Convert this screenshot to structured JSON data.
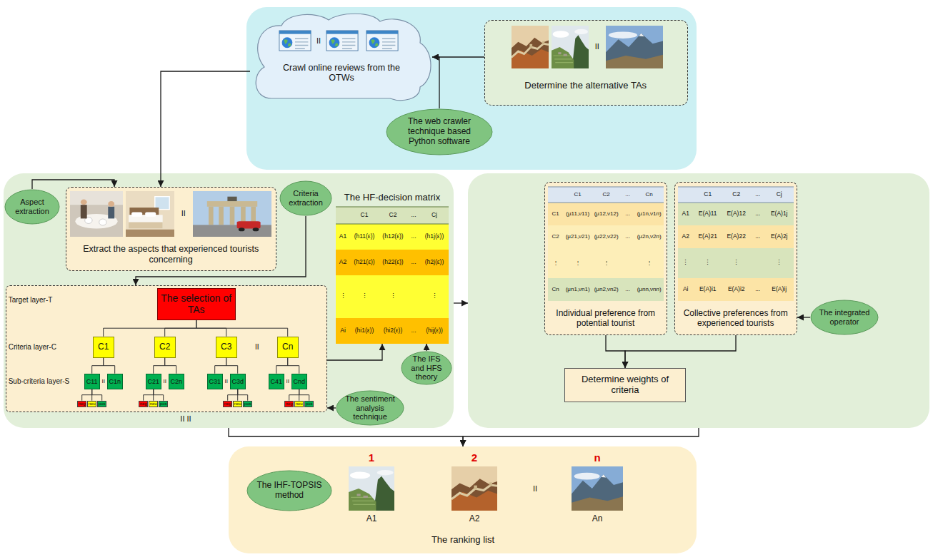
{
  "diagram": {
    "nodes": [
      {
        "text": []
      },
      {
        "text": [
          "II",
          "Crawl online reviews from the OTWs"
        ],
        "in": 0
      },
      {
        "text": [
          "II",
          "Determine the alternative TAs"
        ],
        "in": 0
      },
      {
        "text": [
          "The web crawler technique based Python software"
        ],
        "in": 0
      },
      {
        "text": []
      },
      {
        "text": [
          "Aspect extraction"
        ],
        "in": 4
      },
      {
        "text": [
          "II",
          "Extract the aspects that experienced tourists concerning"
        ],
        "in": 4
      },
      {
        "text": [
          "Criteria extraction"
        ],
        "in": 4
      },
      {
        "text": [
          "Target layer-T",
          "Criteria layer-C",
          "Sub-criteria layer-S",
          "II",
          "II",
          "II",
          "II",
          "II"
        ],
        "in": 4
      },
      {
        "text": [
          "The selection of TAs"
        ],
        "in": 8
      },
      {
        "text": [
          "C1"
        ],
        "in": 8
      },
      {
        "text": [
          "C2"
        ],
        "in": 8
      },
      {
        "text": [
          "C3"
        ],
        "in": 8
      },
      {
        "text": [
          "Cn"
        ],
        "in": 8
      },
      {
        "text": [
          "C11"
        ],
        "in": 8
      },
      {
        "text": [
          "C1n"
        ],
        "in": 8
      },
      {
        "text": [
          "C21"
        ],
        "in": 8
      },
      {
        "text": [
          "C2n"
        ],
        "in": 8
      },
      {
        "text": [
          "C31"
        ],
        "in": 8
      },
      {
        "text": [
          "C3d"
        ],
        "in": 8
      },
      {
        "text": [
          "C41"
        ],
        "in": 8
      },
      {
        "text": [
          "Cnd"
        ],
        "in": 8
      },
      {
        "text": [
          "neg"
        ],
        "in": 8
      },
      {
        "text": [
          "neu"
        ],
        "in": 8
      },
      {
        "text": [
          "pos"
        ],
        "in": 8
      },
      {
        "text": [
          "neg"
        ],
        "in": 8
      },
      {
        "text": [
          "neu"
        ],
        "in": 8
      },
      {
        "text": [
          "pos"
        ],
        "in": 8
      },
      {
        "text": [
          "neg"
        ],
        "in": 8
      },
      {
        "text": [
          "neu"
        ],
        "in": 8
      },
      {
        "text": [
          "pos"
        ],
        "in": 8
      },
      {
        "text": [
          "neg"
        ],
        "in": 8
      },
      {
        "text": [
          "neu"
        ],
        "in": 8
      },
      {
        "text": [
          "pos"
        ],
        "in": 8
      },
      {
        "text": [
          "The sentiment analysis technique"
        ],
        "in": 4
      },
      {
        "text": [
          "The HF-decision matrix",
          "C1",
          "C2",
          "...",
          "Cj",
          "A1",
          "(h11(ε))",
          "(h12(ε))",
          "...",
          "(h1j(ε))",
          "A2",
          "(h21(ε))",
          "(h22(ε))",
          "...",
          "(h2j(ε))",
          "⋮",
          "⋮",
          "⋮",
          "⋮",
          "Ai",
          "(hi1(ε))",
          "(hi2(ε))",
          "...",
          "(hij(ε))"
        ],
        "in": 4
      },
      {
        "text": [
          "The IFS and HFS theory"
        ],
        "in": 4
      },
      {
        "text": []
      },
      {
        "text": [
          "C1",
          "C2",
          "...",
          "Cn",
          "C1",
          "(μ11,ν11)",
          "(μ12,ν12)",
          "...",
          "(μ1n,ν1n)",
          "C2",
          "(μ21,ν21)",
          "(μ22,ν22)",
          "...",
          "(μ2n,ν2n)",
          "⋮",
          "⋮",
          "⋮",
          "⋮",
          "Cn",
          "(μn1,νn1)",
          "(μn2,νn2)",
          "...",
          "(μnn,νnn)",
          "Individual preference from potential tourist"
        ],
        "in": 37
      },
      {
        "text": [
          "C1",
          "C2",
          "...",
          "Cj",
          "A1",
          "E(A)11",
          "E(A)12",
          "...",
          "E(A)1j",
          "A2",
          "E(A)21",
          "E(A)22",
          "...",
          "E(A)2j",
          "⋮",
          "⋮",
          "⋮",
          "⋮",
          "Ai",
          "E(A)i1",
          "E(A)i2",
          "...",
          "E(A)ij",
          "Collective preferences from experienced tourists"
        ],
        "in": 37
      },
      {
        "text": [
          "The integrated operator"
        ],
        "in": 37
      },
      {
        "text": [
          "Determine weights of criteria"
        ],
        "in": 37
      },
      {
        "text": [
          "1",
          "2",
          "n",
          "A1",
          "A2",
          "II",
          "An",
          "The ranking list"
        ]
      },
      {
        "text": [
          "The IHF-TOPSIS method"
        ],
        "in": 42
      }
    ],
    "edges": [
      {
        "from": 2,
        "to": 1,
        "arrow": "to"
      },
      {
        "from": 3,
        "to": 1,
        "arrow": "to"
      },
      {
        "from": 1,
        "to": 6,
        "arrow": "to"
      },
      {
        "from": 5,
        "to": 6,
        "arrow": "to"
      },
      {
        "from": 7,
        "to": 8,
        "arrow": "to"
      },
      {
        "from": 34,
        "to": 8,
        "arrow": "to"
      },
      {
        "from": 8,
        "to": 35,
        "arrow": "to"
      },
      {
        "from": 36,
        "to": 35,
        "arrow": "to"
      },
      {
        "from": 4,
        "to": 37,
        "arrow": "to"
      },
      {
        "from": 40,
        "to": 39,
        "arrow": "to"
      },
      {
        "from": 38,
        "to": 41,
        "arrow": "to"
      },
      {
        "from": 39,
        "to": 41,
        "arrow": "to"
      },
      {
        "from": 4,
        "to": 42,
        "arrow": "to"
      },
      {
        "from": 37,
        "to": 42,
        "arrow": "to"
      },
      {
        "from": 9,
        "to": 10,
        "arrow": "none"
      },
      {
        "from": 9,
        "to": 11,
        "arrow": "none"
      },
      {
        "from": 9,
        "to": 12,
        "arrow": "none"
      },
      {
        "from": 9,
        "to": 13,
        "arrow": "none"
      },
      {
        "from": 10,
        "to": 14,
        "arrow": "none"
      },
      {
        "from": 10,
        "to": 15,
        "arrow": "none"
      },
      {
        "from": 11,
        "to": 16,
        "arrow": "none"
      },
      {
        "from": 11,
        "to": 17,
        "arrow": "none"
      },
      {
        "from": 12,
        "to": 18,
        "arrow": "none"
      },
      {
        "from": 12,
        "to": 19,
        "arrow": "none"
      },
      {
        "from": 13,
        "to": 20,
        "arrow": "none"
      },
      {
        "from": 13,
        "to": 21,
        "arrow": "none"
      },
      {
        "from": 14,
        "to": 22,
        "arrow": "none"
      },
      {
        "from": 14,
        "to": 23,
        "arrow": "none"
      },
      {
        "from": 14,
        "to": 24,
        "arrow": "none"
      },
      {
        "from": 16,
        "to": 25,
        "arrow": "none"
      },
      {
        "from": 16,
        "to": 26,
        "arrow": "none"
      },
      {
        "from": 16,
        "to": 27,
        "arrow": "none"
      },
      {
        "from": 19,
        "to": 28,
        "arrow": "none"
      },
      {
        "from": 19,
        "to": 29,
        "arrow": "none"
      },
      {
        "from": 19,
        "to": 30,
        "arrow": "none"
      },
      {
        "from": 21,
        "to": 31,
        "arrow": "none"
      },
      {
        "from": 21,
        "to": 32,
        "arrow": "none"
      },
      {
        "from": 21,
        "to": 33,
        "arrow": "none"
      }
    ],
    "labels": [
      "II II"
    ]
  }
}
